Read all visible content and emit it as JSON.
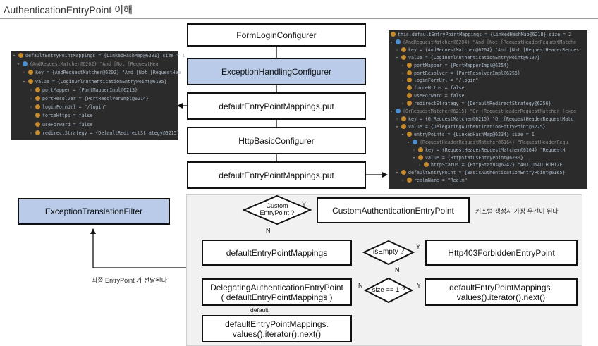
{
  "page_title": "AuthenticationEntryPoint 이해",
  "top_flow": {
    "form_login": "FormLoginConfigurer",
    "exception_handling": "ExceptionHandlingConfigurer",
    "mappings_put_1": "defaultEntryPointMappings.put",
    "http_basic": "HttpBasicConfigurer",
    "mappings_put_2": "defaultEntryPointMappings.put"
  },
  "left_debug": {
    "rows": [
      {
        "text": "defaultEntryPointMappings = {LinkedHashMap@6201}  size = 1"
      },
      {
        "text": "{AndRequestMatcher@6202} \"And [Not [RequestHea"
      },
      {
        "text": "key = {AndRequestMatcher@6202} \"And [Not [RequestHea"
      },
      {
        "text": "value = {LoginUrlAuthenticationEntryPoint@6195}"
      },
      {
        "text": "portMapper = {PortMapperImpl@6213}"
      },
      {
        "text": "portResolver = {PortResolverImpl@6214}"
      },
      {
        "text": "loginFormUrl = \"/login\""
      },
      {
        "text": "forceHttps = false"
      },
      {
        "text": "useForward = false"
      },
      {
        "text": "redirectStrategy = {DefaultRedirectStrategy@6215}"
      }
    ]
  },
  "right_debug": {
    "rows": [
      {
        "text": "this.defaultEntryPointMappings = {LinkedHashMap@6218}  size = 2"
      },
      {
        "text": "{AndRequestMatcher@6204} \"And [Not [RequestHeaderRequestMatche"
      },
      {
        "text": "key = {AndRequestMatcher@6204} \"And [Not [RequestHeaderReques"
      },
      {
        "text": "value = {LoginUrlAuthenticationEntryPoint@6197}"
      },
      {
        "text": "portMapper = {PortMapperImpl@6254}"
      },
      {
        "text": "portResolver = {PortResolverImpl@6255}"
      },
      {
        "text": "loginFormUrl = \"/login\""
      },
      {
        "text": "forceHttps = false"
      },
      {
        "text": "useForward = false"
      },
      {
        "text": "redirectStrategy = {DefaultRedirectStrategy@6256}"
      },
      {
        "text": "{OrRequestMatcher@6215} \"Or [RequestHeaderRequestMatcher [expe"
      },
      {
        "text": "key = {OrRequestMatcher@6215} \"Or [RequestHeaderRequestMatc"
      },
      {
        "text": "value = {DelegatingAuthenticationEntryPoint@6225}"
      },
      {
        "text": "entryPoints = {LinkedHashMap@6234}  size = 1"
      },
      {
        "text": "{RequestHeaderRequestMatcher@6164} \"RequestHeaderRequ"
      },
      {
        "text": "key = {RequestHeaderRequestMatcher@6164} \"RequestH"
      },
      {
        "text": "value = {HttpStatusEntryPoint@6239}"
      },
      {
        "text": "httpStatus = {HttpStatus@6242} \"401 UNAUTHORIZE"
      },
      {
        "text": "defaultEntryPoint = {BasicAuthenticationEntryPoint@6165}"
      },
      {
        "text": "realmName = \"Realm\""
      }
    ]
  },
  "filter": {
    "exception_translation_filter": "ExceptionTranslationFilter",
    "final_note": "최종 EntryPoint 가 전달된다"
  },
  "flowchart": {
    "custom_decision": "Custom\nEntryPoint ?",
    "custom_yes": "Y",
    "custom_no": "N",
    "custom_entry_point": "CustomAuthenticationEntryPoint",
    "custom_note": "커스텀 생성시 가장 우선이 된다",
    "mappings": "defaultEntryPointMappings",
    "is_empty_decision": "isEmpty ?",
    "is_empty_yes": "Y",
    "is_empty_no": "N",
    "http403": "Http403ForbiddenEntryPoint",
    "size_decision": "size == 1 ?",
    "size_yes": "Y",
    "size_no": "N",
    "delegating": "DelegatingAuthenticationEntryPoint\n( defaultEntryPointMappings )",
    "single_value": "defaultEntryPointMappings.\nvalues().iterator().next()",
    "default_label": "default",
    "default_value": "defaultEntryPointMappings.\nvalues().iterator().next()"
  }
}
